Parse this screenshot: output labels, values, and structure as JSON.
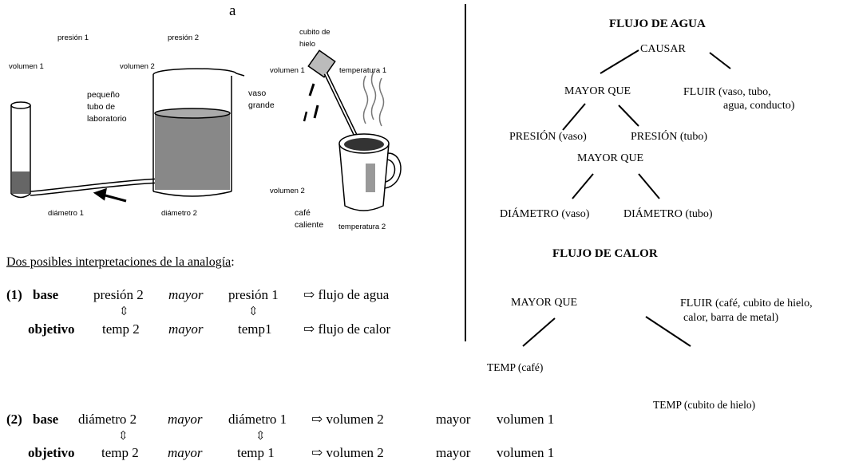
{
  "figure": {
    "letter": "a",
    "water_labels": {
      "pressure1": "presión 1",
      "pressure2": "presión 2",
      "volume1": "volumen 1",
      "volume2": "volumen 2",
      "tube_line1": "pequeño",
      "tube_line2": "tubo de",
      "tube_line3": "laboratorio",
      "glass_line1": "vaso",
      "glass_line2": "grande",
      "diameter1": "diámetro 1",
      "diameter2": "diámetro 2"
    },
    "heat_labels": {
      "ice_line1": "cubito de",
      "ice_line2": "hielo",
      "volume1": "volumen 1",
      "temperature1": "temperatura 1",
      "volume2": "volumen 2",
      "coffee_line1": "café",
      "coffee_line2": "caliente",
      "temperature2": "temperatura 2"
    }
  },
  "interpretations_title": "Dos posibles interpretaciones de la analogía",
  "interpretations_colon": ":",
  "updown_arrow": "⇳",
  "interp1": {
    "num": "(1)",
    "base_label": "base",
    "base_a": "presión 2",
    "base_rel": "mayor",
    "base_b": "presión 1",
    "base_result": "⇨ flujo de agua",
    "obj_label": "objetivo",
    "obj_a": "temp 2",
    "obj_rel": "mayor",
    "obj_b": "temp1",
    "obj_result": "⇨ flujo de calor"
  },
  "interp2": {
    "num": "(2)",
    "base_label": "base",
    "base_a": "diámetro 2",
    "base_rel": "mayor",
    "base_b": "diámetro 1",
    "base_result": "⇨ volumen 2",
    "base_mayor": "mayor",
    "base_v1": "volumen 1",
    "obj_label": "objetivo",
    "obj_a": "temp 2",
    "obj_rel": "mayor",
    "obj_b": "temp 1",
    "obj_result": "⇨ volumen 2",
    "obj_mayor": "mayor",
    "obj_v1": "volumen 1"
  },
  "water_tree": {
    "title": "FLUJO DE AGUA",
    "root": "CAUSAR",
    "greater1": "MAYOR QUE",
    "flow_line1": "FLUIR  (vaso, tubo,",
    "flow_line2": "agua, conducto)",
    "pressure_glass": "PRESIÓN (vaso)",
    "pressure_tube": "PRESIÓN (tubo)",
    "greater2": "MAYOR QUE",
    "diameter_glass": "DIÁMETRO (vaso)",
    "diameter_tube": "DIÁMETRO (tubo)"
  },
  "heat_tree": {
    "title": "FLUJO DE CALOR",
    "greater": "MAYOR QUE",
    "flow_line1": "FLUIR (café, cubito de hielo,",
    "flow_line2": "calor, barra de metal)",
    "temp_coffee": "TEMP (café)",
    "temp_ice": "TEMP (cubito de hielo)"
  }
}
